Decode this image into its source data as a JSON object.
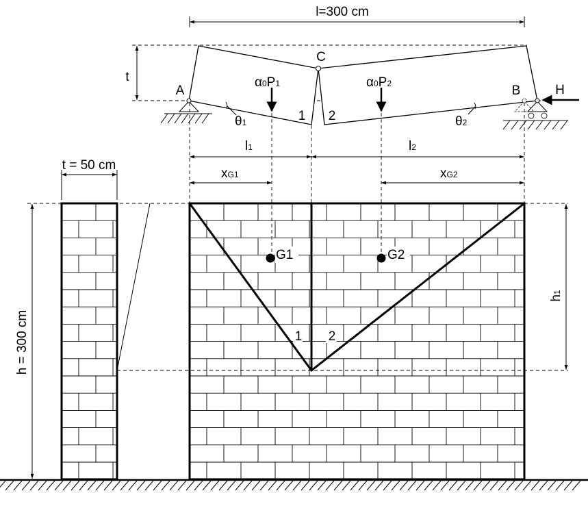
{
  "diagram": {
    "dim_l_total": "l=300 cm",
    "dim_t_wall": "t = 50 cm",
    "dim_h_wall": "h = 300 cm",
    "label_t": "t",
    "label_l1": "l",
    "label_l1_sub": "1",
    "label_l2": "l",
    "label_l2_sub": "2",
    "label_xg1": "x",
    "label_xg1_sub": "G1",
    "label_xg2": "x",
    "label_xg2_sub": "G2",
    "label_h1": "h",
    "label_h1_sub": "1",
    "point_a": "A",
    "point_b": "B",
    "point_c": "C",
    "label_h_force": "H",
    "load1_alpha": "α",
    "load1_alpha_sub": "0",
    "load1_p": "P",
    "load1_p_sub": "1",
    "load2_alpha": "α",
    "load2_alpha_sub": "0",
    "load2_p": "P",
    "load2_p_sub": "2",
    "theta1": "θ",
    "theta1_sub": "1",
    "theta2": "θ",
    "theta2_sub": "2",
    "block1_top": "1",
    "block2_top": "2",
    "block1_wall": "1",
    "block2_wall": "2",
    "centroid1": "G1",
    "centroid2": "G2"
  }
}
